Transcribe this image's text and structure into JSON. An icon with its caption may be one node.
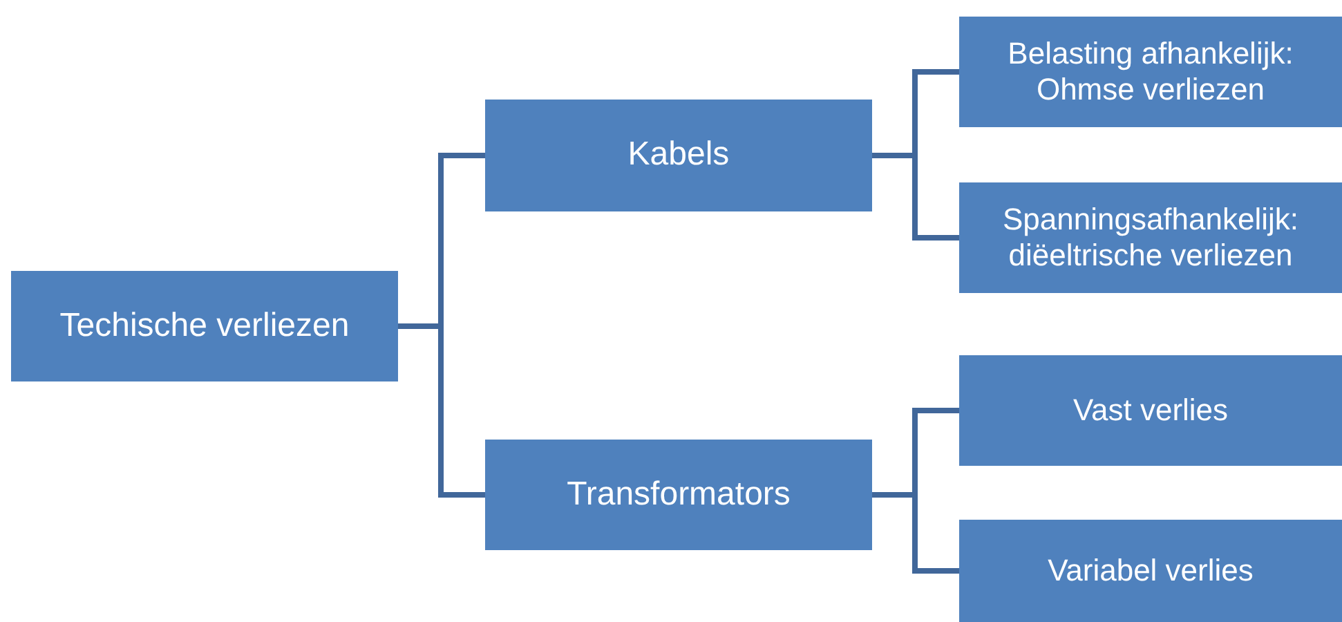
{
  "diagram": {
    "nodes": [
      {
        "text": [
          "Techische verliezen"
        ]
      },
      {
        "text": [
          "Kabels"
        ]
      },
      {
        "text": [
          "Transformators"
        ]
      },
      {
        "text": [
          "Belasting afhankelijk: Ohmse verliezen"
        ]
      },
      {
        "text": [
          "Spanningsafhankelijk: diëeltrische verliezen"
        ]
      },
      {
        "text": [
          "Vast verlies"
        ]
      },
      {
        "text": [
          "Variabel verlies"
        ]
      }
    ],
    "edges": [
      {
        "from": 0,
        "to": 1,
        "arrow": "none"
      },
      {
        "from": 0,
        "to": 2,
        "arrow": "none"
      },
      {
        "from": 1,
        "to": 3,
        "arrow": "none"
      },
      {
        "from": 1,
        "to": 4,
        "arrow": "none"
      },
      {
        "from": 2,
        "to": 5,
        "arrow": "none"
      },
      {
        "from": 2,
        "to": 6,
        "arrow": "none"
      }
    ]
  }
}
